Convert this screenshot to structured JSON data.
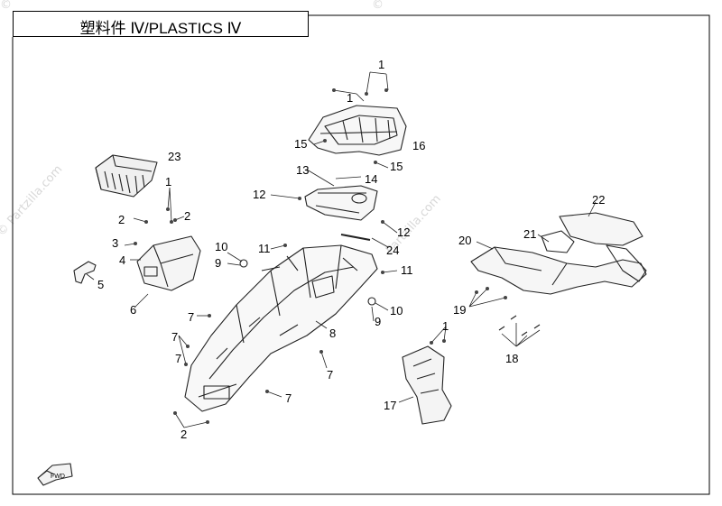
{
  "header": {
    "title": "塑料件 Ⅳ/PLASTICS Ⅳ"
  },
  "watermarks": [
    "©",
    "©",
    "© Partzilla.com",
    "Partzilla.com"
  ],
  "callouts": [
    {
      "id": "c1a",
      "label": "1"
    },
    {
      "id": "c1b",
      "label": "1"
    },
    {
      "id": "c16",
      "label": "16"
    },
    {
      "id": "c15a",
      "label": "15"
    },
    {
      "id": "c15b",
      "label": "15"
    },
    {
      "id": "c23",
      "label": "23"
    },
    {
      "id": "c13",
      "label": "13"
    },
    {
      "id": "c14",
      "label": "14"
    },
    {
      "id": "c12a",
      "label": "12"
    },
    {
      "id": "c12b",
      "label": "12"
    },
    {
      "id": "c1c",
      "label": "1"
    },
    {
      "id": "c2a",
      "label": "2"
    },
    {
      "id": "c2b",
      "label": "2"
    },
    {
      "id": "c3",
      "label": "3"
    },
    {
      "id": "c4",
      "label": "4"
    },
    {
      "id": "c5",
      "label": "5"
    },
    {
      "id": "c6",
      "label": "6"
    },
    {
      "id": "c10a",
      "label": "10"
    },
    {
      "id": "c9a",
      "label": "9"
    },
    {
      "id": "c11a",
      "label": "11"
    },
    {
      "id": "c24",
      "label": "24"
    },
    {
      "id": "c11b",
      "label": "11"
    },
    {
      "id": "c10b",
      "label": "10"
    },
    {
      "id": "c9b",
      "label": "9"
    },
    {
      "id": "c8",
      "label": "8"
    },
    {
      "id": "c7a",
      "label": "7"
    },
    {
      "id": "c7b",
      "label": "7"
    },
    {
      "id": "c7c",
      "label": "7"
    },
    {
      "id": "c7d",
      "label": "7"
    },
    {
      "id": "c7e",
      "label": "7"
    },
    {
      "id": "c2c",
      "label": "2"
    },
    {
      "id": "c22",
      "label": "22"
    },
    {
      "id": "c21",
      "label": "21"
    },
    {
      "id": "c20",
      "label": "20"
    },
    {
      "id": "c19",
      "label": "19"
    },
    {
      "id": "c18",
      "label": "18"
    },
    {
      "id": "c1d",
      "label": "1"
    },
    {
      "id": "c17",
      "label": "17"
    }
  ],
  "fwd_label": "FWD"
}
